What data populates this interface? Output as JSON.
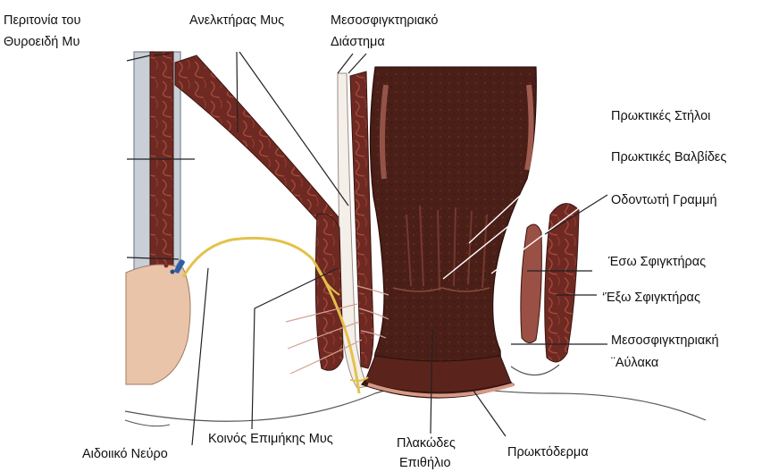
{
  "labels": {
    "peritonia_line1": "Περιτονία του",
    "peritonia_line2": "Θυροειδή Μυ",
    "anelktiras": "Ανελκτήρας Μυς",
    "mesosfigktiriako_line1": "Μεσοσφιγκτηριακό",
    "mesosfigktiriako_line2": "Διάστημα",
    "proktikes_stiloi": "Πρωκτικές Στήλοι",
    "proktikes_valvides": "Πρωκτικές Βαλβίδες",
    "odontoti_grammi": "Οδοντωτή Γραμμή",
    "eso_sfigktiras": "Έσω Σφιγκτήρας",
    "exo_sfigktiras": "‘Έξω Σφιγκτήρας",
    "mesosfigktiriaki_line1": "Μεσοσφιγκτηριακή",
    "mesosfigktiriaki_line2": "¨Αύλακα",
    "aidoiko_neyro": "Αιδοιικό Νεύρο",
    "koinos_epimikis": "Κοινός Επιμήκης Μυς",
    "plakodes_line1": "Πλακώδες",
    "plakodes_line2": "Επιθήλιο",
    "proktoderma": "Πρωκτόδερμα"
  },
  "colors": {
    "muscle": "#7a2c24",
    "muscle_light": "#b36a5c",
    "mucosa": "#4a1f18",
    "fascia": "#c9cfd6",
    "nerve": "#e3c24a",
    "skin": "#e9c4a8",
    "anoderm": "#d79a86"
  }
}
